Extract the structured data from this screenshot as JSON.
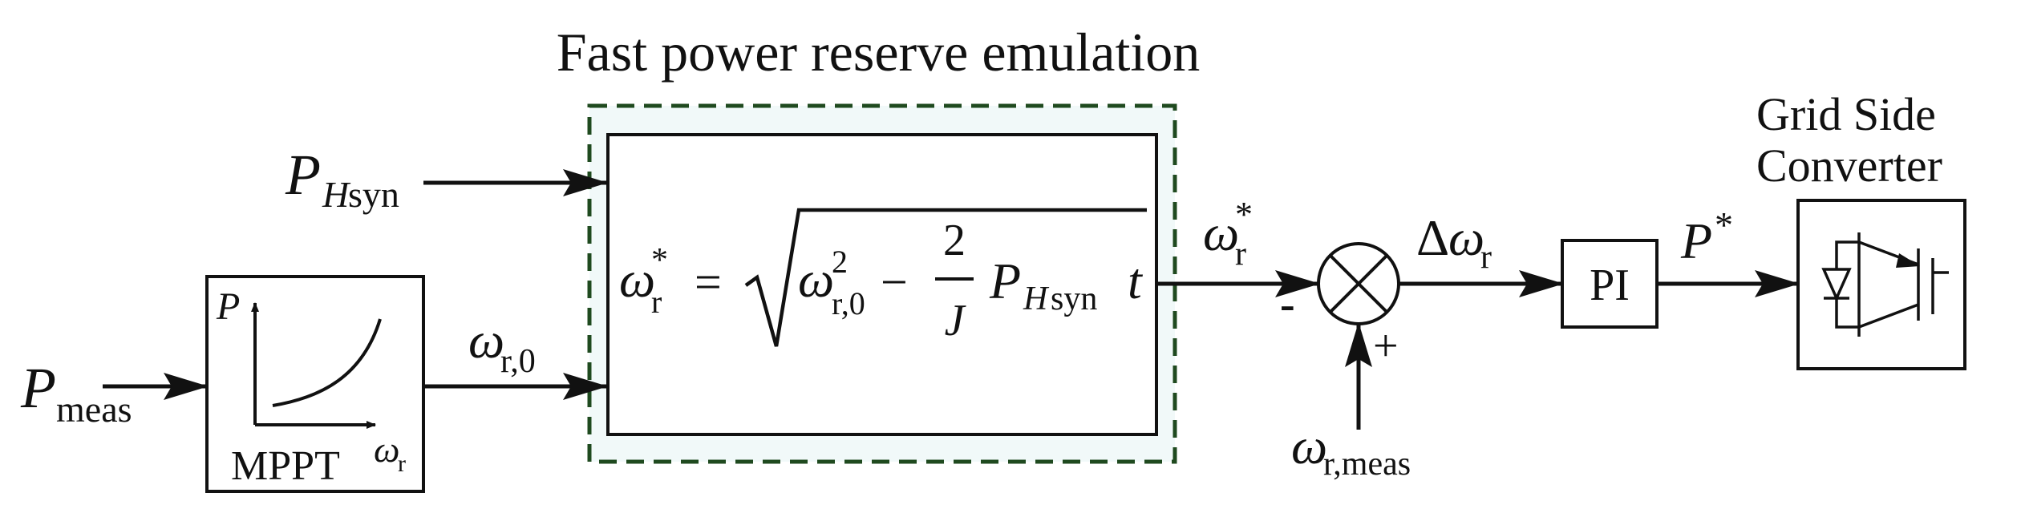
{
  "title": "Fast power reserve emulation",
  "inputs": {
    "p_hsyn": {
      "base": "P",
      "sub_italic": "H",
      "sub": "syn"
    },
    "p_meas": {
      "base": "P",
      "sub": "meas"
    },
    "omega_r_meas": {
      "base": "ω",
      "sub": "r,meas"
    }
  },
  "mppt_block": {
    "label": "MPPT",
    "y_axis_label": "P",
    "x_axis_label": {
      "base": "ω",
      "sub": "r"
    }
  },
  "signals": {
    "omega_r0": {
      "base": "ω",
      "sub": "r,0"
    },
    "omega_r_star": {
      "base": "ω",
      "sub": "r",
      "sup": "*"
    },
    "delta_omega_r": {
      "prefix": "Δ",
      "base": "ω",
      "sub": "r"
    },
    "p_star": {
      "base": "P",
      "sup": "*"
    }
  },
  "equation": {
    "lhs_base": "ω",
    "lhs_sub": "r",
    "lhs_sup": "*",
    "equals": "=",
    "term1_base": "ω",
    "term1_sub": "r,0",
    "term1_sup": "2",
    "minus": "−",
    "frac_num": "2",
    "frac_den": "J",
    "term2_base": "P",
    "term2_sub_italic": "H",
    "term2_sub": "syn",
    "term2_t": "t"
  },
  "summing_junction": {
    "minus_sign": "-",
    "plus_sign": "+"
  },
  "pi_block": {
    "label": "PI"
  },
  "converter": {
    "title_line1": "Grid Side",
    "title_line2": "Converter"
  },
  "colors": {
    "reserve_border": "#1f4a1f",
    "reserve_fill": "#f1f9f9",
    "stroke": "#111111"
  }
}
